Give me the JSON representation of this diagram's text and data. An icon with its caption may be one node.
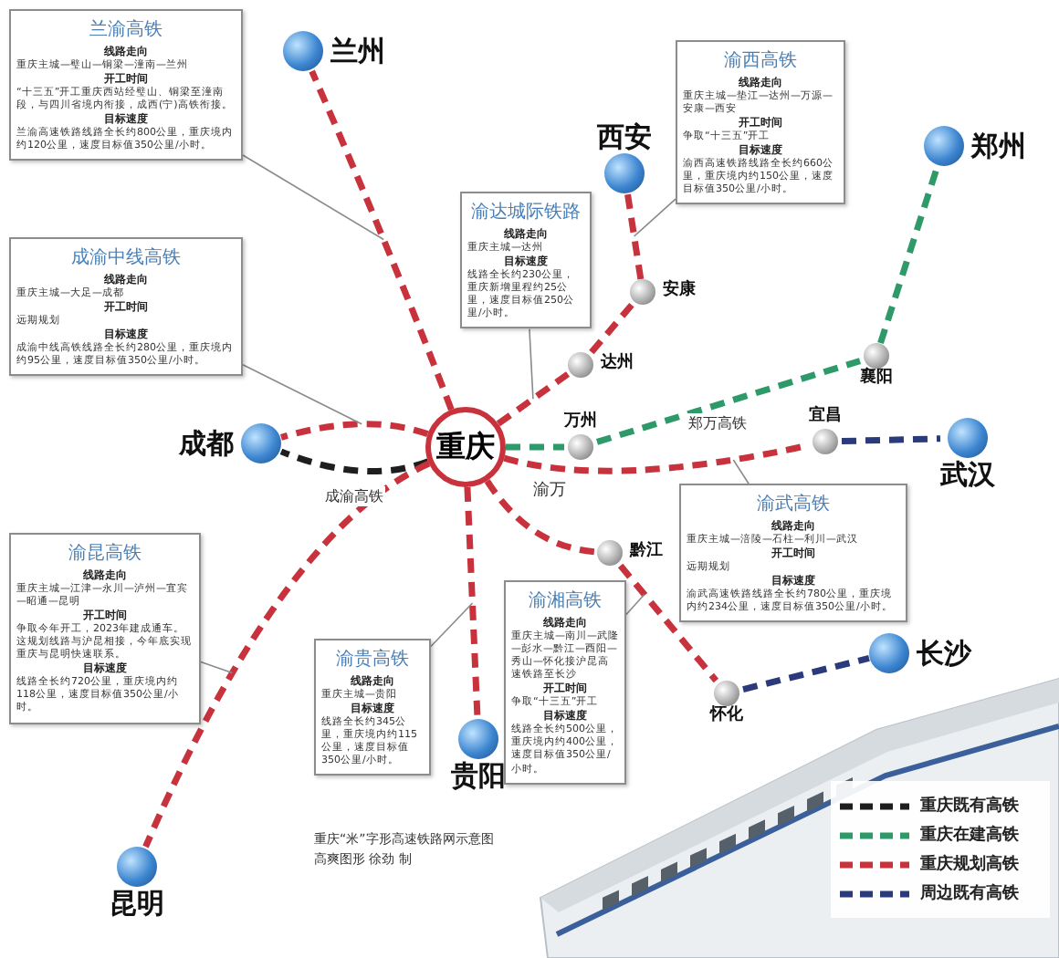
{
  "diagram": {
    "nodes": [
      {
        "text": [
          "兰渝高铁",
          "线路走向",
          "重庆主城—璧山—铜梁—潼南—兰州",
          "开工时间",
          "“十三五”开工重庆西站经璧山、铜梁至潼南段，与四川省境内衔接，成西(宁)高铁衔接。",
          "目标速度",
          "兰渝高速铁路线路全长约800公里，重庆境内约120公里，速度目标值350公里/小时。"
        ]
      },
      {
        "text": [
          "兰州"
        ]
      },
      {
        "text": [
          "西安"
        ]
      },
      {
        "text": [
          "渝西高铁",
          "线路走向",
          "重庆主城—垫江—达州—万源—安康—西安",
          "开工时间",
          "争取“十三五”开工",
          "目标速度",
          "渝西高速铁路线路全长约660公里，重庆境内约150公里，速度目标值350公里/小时。"
        ]
      },
      {
        "text": [
          "郑州"
        ]
      },
      {
        "text": [
          "渝达城际铁路",
          "线路走向",
          "重庆主城—达州",
          "目标速度",
          "线路全长约230公里，重庆新增里程约25公里，速度目标值250公里/小时。"
        ]
      },
      {
        "text": [
          "安康"
        ]
      },
      {
        "text": [
          "成渝中线高铁",
          "线路走向",
          "重庆主城—大足—成都",
          "开工时间",
          "远期规划",
          "目标速度",
          "成渝中线高铁线路全长约280公里，重庆境内约95公里，速度目标值350公里/小时。"
        ]
      },
      {
        "text": [
          "襄阳"
        ]
      },
      {
        "text": [
          "达州"
        ]
      },
      {
        "text": [
          "成都"
        ]
      },
      {
        "text": [
          "重庆"
        ]
      },
      {
        "text": [
          "万州"
        ]
      },
      {
        "text": [
          "宜昌"
        ]
      },
      {
        "text": [
          "武汉"
        ]
      },
      {
        "text": [
          "渝武高铁",
          "线路走向",
          "重庆主城—涪陵—石柱—利川—武汉",
          "开工时间",
          "远期规划",
          "目标速度",
          "渝武高速铁路线路全长约780公里，重庆境内约234公里，速度目标值350公里/小时。"
        ]
      },
      {
        "text": [
          "黔江"
        ]
      },
      {
        "text": [
          "渝昆高铁",
          "线路走向",
          "重庆主城—江津—永川—泸州—宜宾—昭通—昆明",
          "开工时间",
          "争取今年开工，2023年建成通车。这规划线路与沪昆相接，今年底实现重庆与昆明快速联系。",
          "目标速度",
          "线路全长约720公里，重庆境内约118公里，速度目标值350公里/小时。"
        ]
      },
      {
        "text": [
          "渝湘高铁",
          "线路走向",
          "重庆主城—南川—武隆—彭水—黔江—酉阳—秀山—怀化接沪昆高速铁路至长沙",
          "开工时间",
          "争取“十三五”开工",
          "目标速度",
          "线路全长约500公里，重庆境内约400公里，速度目标值350公里/小时。"
        ]
      },
      {
        "text": [
          "长沙"
        ]
      },
      {
        "text": [
          "渝贵高铁",
          "线路走向",
          "重庆主城—贵阳",
          "目标速度",
          "线路全长约345公里，重庆境内约115公里，速度目标值350公里/小时。"
        ]
      },
      {
        "text": [
          "怀化"
        ]
      },
      {
        "text": [
          "贵阳"
        ]
      },
      {
        "text": [
          "昆明"
        ]
      }
    ],
    "edges": [
      {
        "from": 11,
        "to": 1,
        "arrow": "none",
        "style": "dashed"
      },
      {
        "from": 11,
        "to": 9,
        "arrow": "none",
        "style": "dashed"
      },
      {
        "from": 9,
        "to": 6,
        "arrow": "none",
        "style": "dashed"
      },
      {
        "from": 6,
        "to": 2,
        "arrow": "none",
        "style": "dashed"
      },
      {
        "from": 11,
        "to": 12,
        "arrow": "none",
        "style": "dashed",
        "color": "#2e9a6a"
      },
      {
        "from": 12,
        "to": 8,
        "arrow": "none",
        "style": "dashed",
        "color": "#2e9a6a",
        "label": "郑万高铁"
      },
      {
        "from": 8,
        "to": 4,
        "arrow": "none",
        "style": "dashed",
        "color": "#2e9a6a"
      },
      {
        "from": 11,
        "to": 13,
        "arrow": "none",
        "style": "dashed"
      },
      {
        "from": 13,
        "to": 14,
        "arrow": "none",
        "style": "dashed",
        "color": "#2b3a7a"
      },
      {
        "from": 11,
        "to": 10,
        "arrow": "none",
        "style": "dashed"
      },
      {
        "from": 11,
        "to": 10,
        "arrow": "none",
        "style": "dashed",
        "color": "#1e1e1e",
        "label": "成渝高铁"
      },
      {
        "from": 11,
        "to": 16,
        "arrow": "none",
        "style": "dashed"
      },
      {
        "from": 16,
        "to": 21,
        "arrow": "none",
        "style": "dashed"
      },
      {
        "from": 21,
        "to": 19,
        "arrow": "none",
        "style": "dashed",
        "color": "#2b3a7a"
      },
      {
        "from": 11,
        "to": 22,
        "arrow": "none",
        "style": "dashed"
      },
      {
        "from": 11,
        "to": 23,
        "arrow": "none",
        "style": "dashed"
      },
      {
        "from": 0,
        "to": null,
        "arrow": "none",
        "color": "#8a8a8a"
      },
      {
        "from": 7,
        "to": null,
        "arrow": "none",
        "color": "#8a8a8a"
      },
      {
        "from": 5,
        "to": null,
        "arrow": "none",
        "color": "#8a8a8a"
      },
      {
        "from": 3,
        "to": null,
        "arrow": "none",
        "color": "#8a8a8a"
      },
      {
        "from": 15,
        "to": null,
        "arrow": "none",
        "color": "#8a8a8a"
      },
      {
        "from": 18,
        "to": null,
        "arrow": "none",
        "color": "#8a8a8a"
      },
      {
        "from": 17,
        "to": null,
        "arrow": "none",
        "color": "#8a8a8a"
      },
      {
        "from": 20,
        "to": null,
        "arrow": "none",
        "color": "#8a8a8a"
      }
    ],
    "labels": [
      "渝万",
      "重庆“米”字形高速铁路网示意图",
      "高爽图形 徐劲 制"
    ],
    "legend": [
      {
        "text": "重庆既有高铁"
      },
      {
        "text": "重庆在建高铁"
      },
      {
        "text": "重庆规划高铁"
      },
      {
        "text": "周边既有高铁"
      }
    ]
  }
}
